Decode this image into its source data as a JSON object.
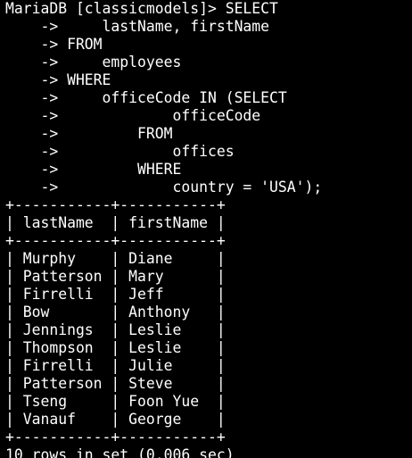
{
  "terminal": {
    "prompt": "MariaDB [classicmodels]> SELECT",
    "query_lines": [
      "    ->     lastName, firstName",
      "    -> FROM",
      "    ->     employees",
      "    -> WHERE",
      "    ->     officeCode IN (SELECT",
      "    ->             officeCode",
      "    ->         FROM",
      "    ->             offices",
      "    ->         WHERE",
      "    ->             country = 'USA');"
    ],
    "table_border": "+-----------+-----------+",
    "table_header": "| lastName  | firstName |",
    "table_rows": [
      "| Murphy    | Diane     |",
      "| Patterson | Mary      |",
      "| Firrelli  | Jeff      |",
      "| Bow       | Anthony   |",
      "| Jennings  | Leslie    |",
      "| Thompson  | Leslie    |",
      "| Firrelli  | Julie     |",
      "| Patterson | Steve     |",
      "| Tseng     | Foon Yue  |",
      "| Vanauf    | George    |"
    ],
    "result_summary": "10 rows in set (0.006 sec)"
  },
  "colors": {
    "background": "#000000",
    "text": "#ffffff"
  }
}
